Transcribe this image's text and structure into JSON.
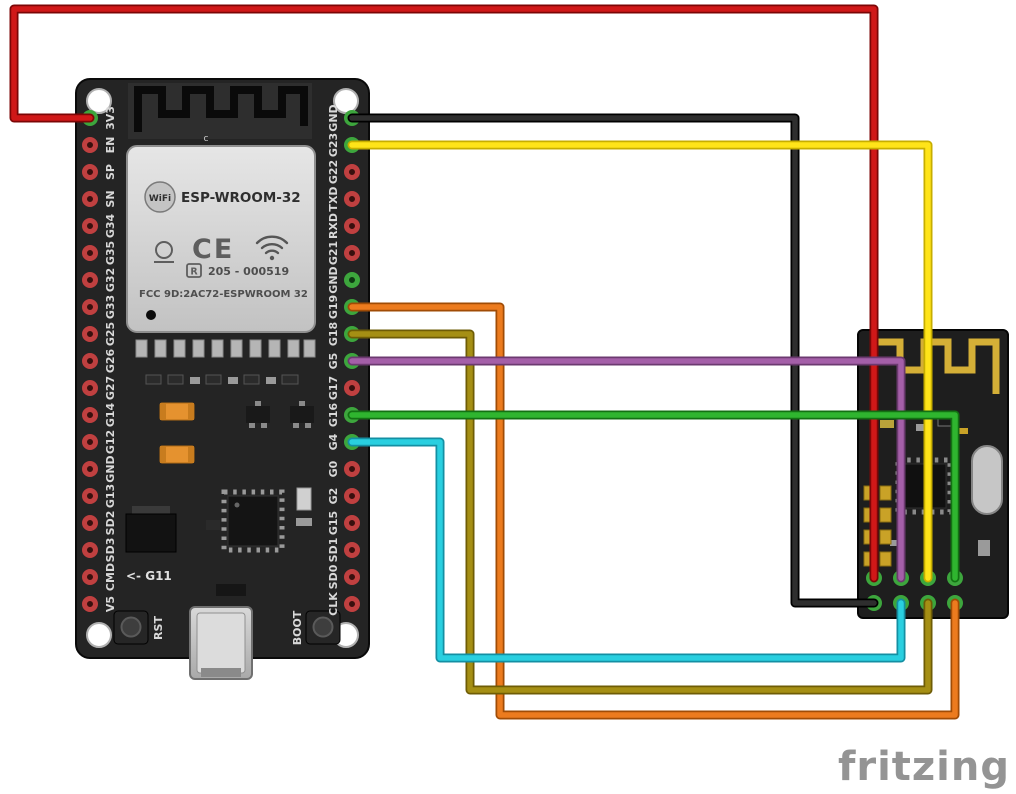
{
  "watermark": "fritzing",
  "esp32": {
    "antenna_label": "c",
    "shield": {
      "wifi_logo": "WiFi",
      "model": "ESP-WROOM-32",
      "ce_mark": "CE",
      "r_mark": "R",
      "serial": "205 - 000519",
      "fcc": "FCC 9D:2AC72-ESPWROOM 32"
    },
    "g11_label": "<- G11",
    "rst_label": "RST",
    "boot_label": "BOOT",
    "left_pins": [
      "3V3",
      "EN",
      "SP",
      "SN",
      "G34",
      "G35",
      "G32",
      "G33",
      "G25",
      "G26",
      "G27",
      "G14",
      "G12",
      "GND",
      "G13",
      "SD2",
      "SD3",
      "CMD",
      "V5"
    ],
    "right_pins": [
      "GND",
      "G23",
      "G22",
      "TXD",
      "RXD",
      "G21",
      "GND",
      "G19",
      "G18",
      "G5",
      "G17",
      "G16",
      "G4",
      "G0",
      "G2",
      "G15",
      "SD1",
      "SD0",
      "CLK"
    ]
  },
  "wires": [
    {
      "name": "black",
      "color": "#2e2e2e",
      "esp32_pin": "GND",
      "nrf_pin": "bottom-1"
    },
    {
      "name": "red",
      "color": "#d01818",
      "esp32_pin": "3V3",
      "nrf_pin": "top-1"
    },
    {
      "name": "yellow",
      "color": "#ffe419",
      "esp32_pin": "G23",
      "nrf_pin": "top-3"
    },
    {
      "name": "orange",
      "color": "#ec7b1e",
      "esp32_pin": "G19",
      "nrf_pin": "bottom-4"
    },
    {
      "name": "olive",
      "color": "#a58f14",
      "esp32_pin": "G18",
      "nrf_pin": "bottom-3"
    },
    {
      "name": "purple",
      "color": "#a45fa8",
      "esp32_pin": "G5",
      "nrf_pin": "top-2"
    },
    {
      "name": "cyan",
      "color": "#29cfe0",
      "esp32_pin": "G4",
      "nrf_pin": "bottom-2"
    },
    {
      "name": "green",
      "color": "#2fb52f",
      "esp32_pin": "G16",
      "nrf_pin": "top-4"
    }
  ]
}
